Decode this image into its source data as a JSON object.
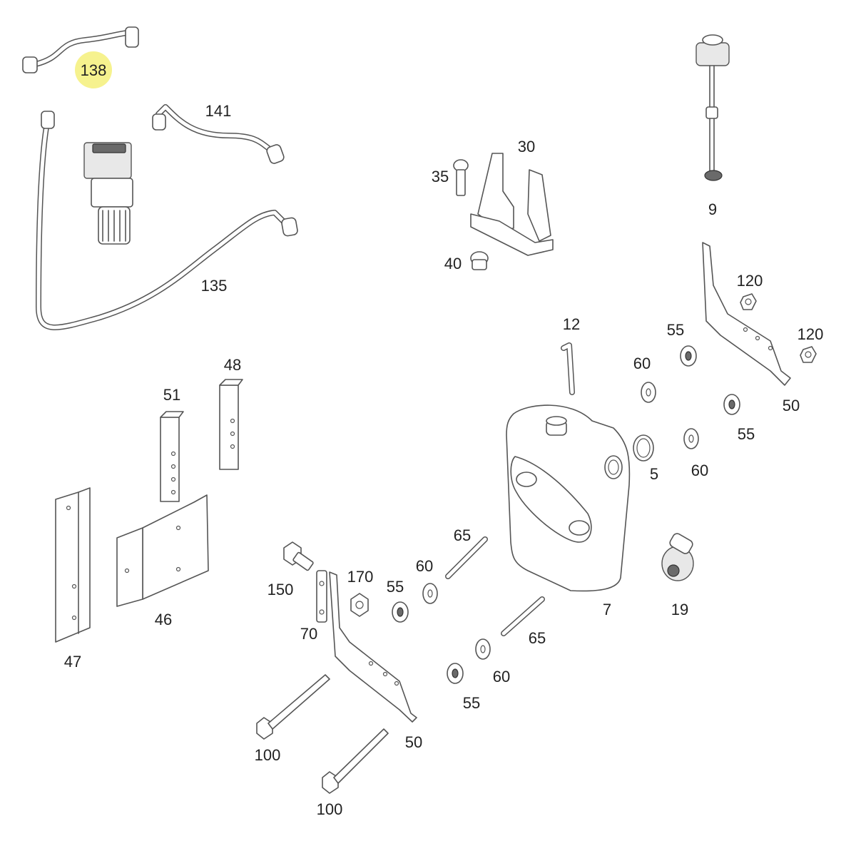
{
  "highlight_color": "#f4f07a",
  "line_color": "#555555",
  "callouts": {
    "c138": "138",
    "c141": "141",
    "c135": "135",
    "c30": "30",
    "c35": "35",
    "c40": "40",
    "c9": "9",
    "c120a": "120",
    "c120b": "120",
    "c12": "12",
    "c55a": "55",
    "c60a": "60",
    "c50a": "50",
    "c55b": "55",
    "c60b": "60",
    "c5": "5",
    "c48": "48",
    "c51": "51",
    "c46": "46",
    "c47": "47",
    "c150": "150",
    "c70": "70",
    "c170": "170",
    "c55c": "55",
    "c60c": "60",
    "c65a": "65",
    "c7": "7",
    "c19": "19",
    "c65b": "65",
    "c60d": "60",
    "c55d": "55",
    "c50b": "50",
    "c100a": "100",
    "c100b": "100"
  },
  "highlighted_part": "138"
}
